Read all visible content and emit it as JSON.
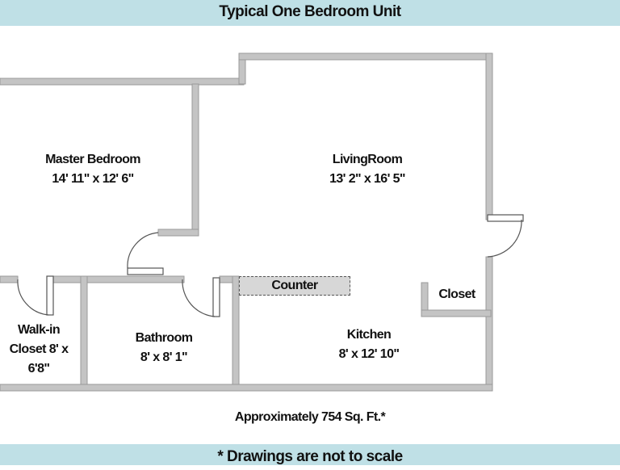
{
  "header": {
    "title": "Typical One Bedroom Unit"
  },
  "rooms": {
    "master_bedroom": {
      "name": "Master Bedroom",
      "size": "14' 11\" x 12' 6\""
    },
    "living_room": {
      "name": "LivingRoom",
      "size": "13' 2\" x 16' 5\""
    },
    "walkin_closet": {
      "line1": "Walk-in",
      "line2": "Closet 8' x",
      "line3": "6'8\""
    },
    "bathroom": {
      "name": "Bathroom",
      "size": "8' x 8' 1\""
    },
    "kitchen": {
      "name": "Kitchen",
      "size": "8' x 12' 10\""
    },
    "closet": {
      "name": "Closet"
    },
    "counter": {
      "name": "Counter"
    }
  },
  "summary": {
    "area": "Approximately 754 Sq. Ft.*"
  },
  "footer": {
    "note": "* Drawings are not to scale"
  },
  "colors": {
    "banner": "#bfe0e6",
    "wall": "#c4c4c4",
    "wall_outline": "#9a9a9a",
    "counter": "#d7d7d7"
  }
}
